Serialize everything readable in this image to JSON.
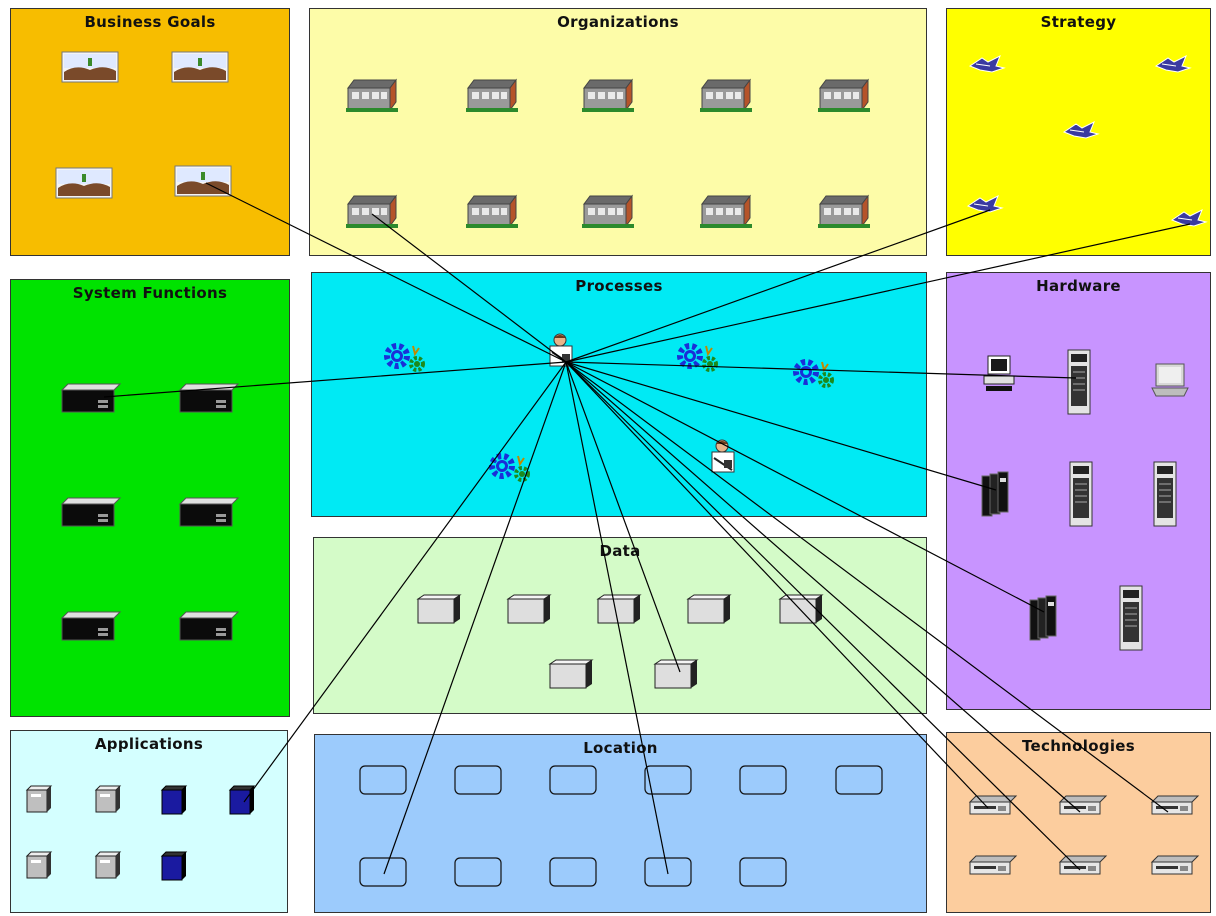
{
  "panels": {
    "business_goals": "Business Goals",
    "organizations": "Organizations",
    "strategy": "Strategy",
    "system_functions": "System Functions",
    "processes": "Processes",
    "hardware": "Hardware",
    "data": "Data",
    "applications": "Applications",
    "location": "Location",
    "technologies": "Technologies"
  },
  "colors": {
    "business_goals": "#f7bd00",
    "organizations": "#fdfca8",
    "strategy": "#ffff00",
    "system_functions": "#00e300",
    "processes": "#00eaf4",
    "hardware": "#c894ff",
    "data": "#d4fbc8",
    "applications": "#d4ffff",
    "location": "#9ccbfc",
    "technologies": "#fccd9e"
  }
}
